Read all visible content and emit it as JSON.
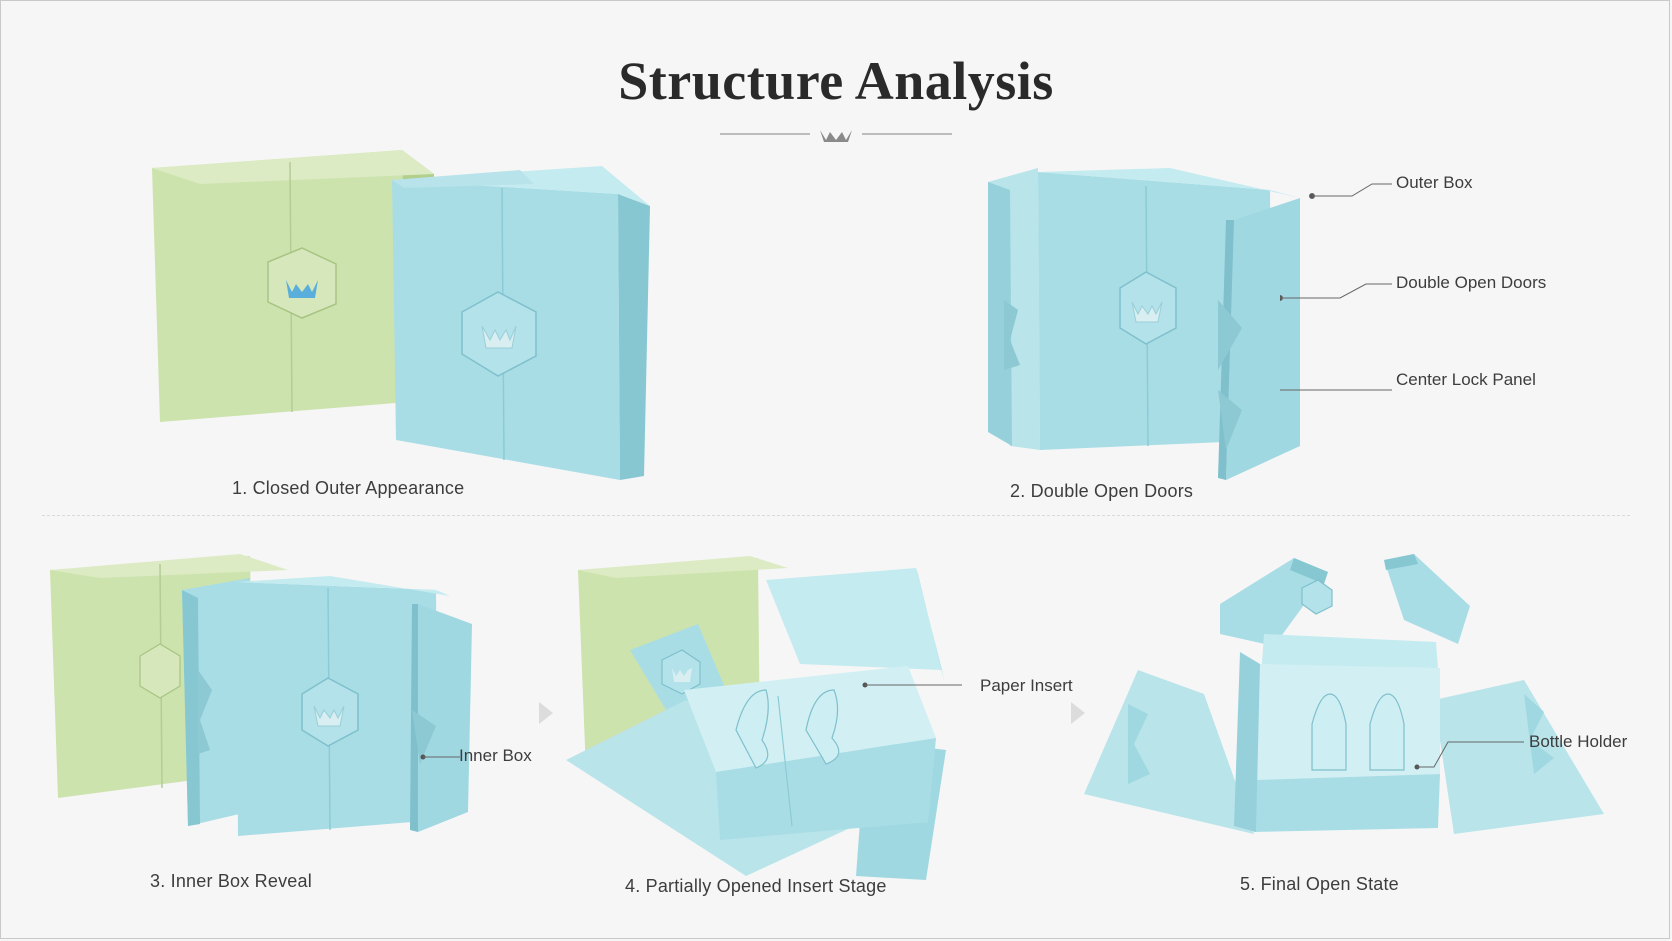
{
  "title": "Structure Analysis",
  "colors": {
    "teal": "#a9dde6",
    "teal_dark": "#86c7d2",
    "teal_light": "#c4ebf0",
    "green": "#cde3ad",
    "green_dark": "#b2cf8e",
    "text": "#3d3d3d"
  },
  "icons": {
    "title_ornament": "crown-icon",
    "step_arrow": "chevron-right-icon"
  },
  "steps": [
    {
      "caption": "1. Closed Outer Appearance"
    },
    {
      "caption": "2. Double Open Doors"
    },
    {
      "caption": "3. Inner Box Reveal"
    },
    {
      "caption": "4. Partially Opened Insert Stage"
    },
    {
      "caption": "5. Final Open State"
    }
  ],
  "callouts": {
    "outer_box": "Outer Box",
    "double_open_doors": "Double Open Doors",
    "center_lock_panel": "Center Lock Panel",
    "inner_box": "Inner Box",
    "paper_insert": "Paper Insert",
    "bottle_holder": "Bottle Holder"
  }
}
